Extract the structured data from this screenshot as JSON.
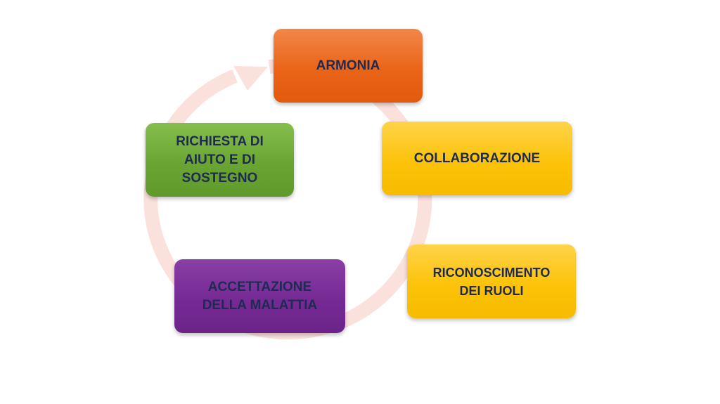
{
  "diagram": {
    "type": "cycle",
    "nodes": [
      {
        "id": "armonia",
        "lines": [
          "ARMONIA"
        ],
        "color": "#ea6418"
      },
      {
        "id": "collaborazione",
        "lines": [
          "COLLABORAZIONE"
        ],
        "color": "#fcc30a"
      },
      {
        "id": "ruoli",
        "lines": [
          "RICONOSCIMENTO",
          "DEI RUOLI"
        ],
        "color": "#fcc30a"
      },
      {
        "id": "accettazione",
        "lines": [
          "ACCETTAZIONE",
          "DELLA MALATTIA"
        ],
        "color": "#752a94"
      },
      {
        "id": "aiuto",
        "lines": [
          "RICHIESTA DI",
          "AIUTO E DI",
          "SOSTEGNO"
        ],
        "color": "#6aa533"
      }
    ],
    "ring_color": "#fbe1dc",
    "text_color": "#1f2a52"
  }
}
